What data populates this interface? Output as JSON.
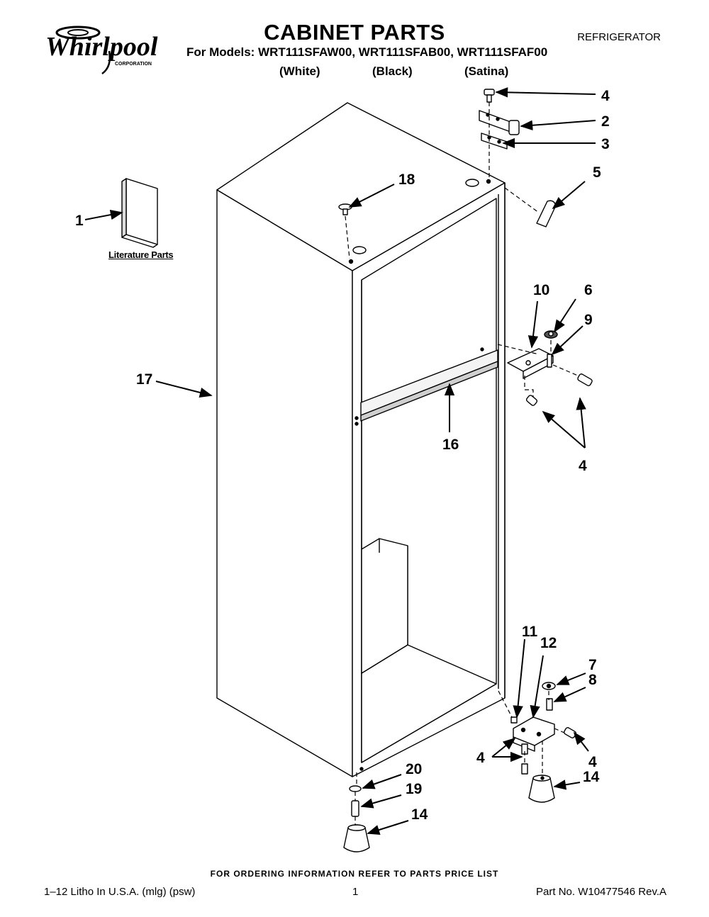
{
  "header": {
    "brand_logo": "Whirlpool CORPORATION",
    "title": "CABINET PARTS",
    "product": "REFRIGERATOR",
    "models": "For Models: WRT111SFAW00, WRT111SFAB00, WRT111SFAF00",
    "variants": [
      "(White)",
      "(Black)",
      "(Satina)"
    ]
  },
  "diagram": {
    "literature_label": "Literature Parts",
    "callouts": [
      {
        "id": "c4a",
        "text": "4"
      },
      {
        "id": "c2",
        "text": "2"
      },
      {
        "id": "c3",
        "text": "3"
      },
      {
        "id": "c5",
        "text": "5"
      },
      {
        "id": "c18",
        "text": "18"
      },
      {
        "id": "c1",
        "text": "1"
      },
      {
        "id": "c10",
        "text": "10"
      },
      {
        "id": "c6",
        "text": "6"
      },
      {
        "id": "c9",
        "text": "9"
      },
      {
        "id": "c17",
        "text": "17"
      },
      {
        "id": "c16",
        "text": "16"
      },
      {
        "id": "c4b",
        "text": "4"
      },
      {
        "id": "c11",
        "text": "11"
      },
      {
        "id": "c12",
        "text": "12"
      },
      {
        "id": "c7",
        "text": "7"
      },
      {
        "id": "c8",
        "text": "8"
      },
      {
        "id": "c4c",
        "text": "4"
      },
      {
        "id": "c4d",
        "text": "4"
      },
      {
        "id": "c14a",
        "text": "14"
      },
      {
        "id": "c20",
        "text": "20"
      },
      {
        "id": "c19",
        "text": "19"
      },
      {
        "id": "c14b",
        "text": "14"
      }
    ]
  },
  "footer": {
    "order_note": "FOR ORDERING INFORMATION REFER TO PARTS PRICE LIST",
    "litho": "1–12 Litho In U.S.A. (mlg) (psw)",
    "page_number": "1",
    "part_number": "Part No. W10477546 Rev.A"
  }
}
